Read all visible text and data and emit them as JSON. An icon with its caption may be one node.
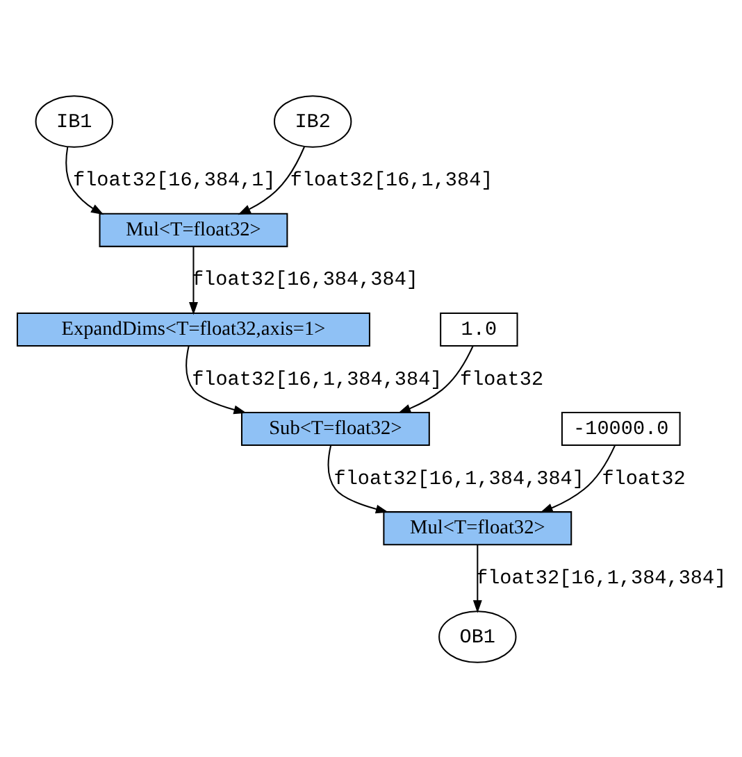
{
  "diagram": {
    "nodes": [
      {
        "text": [
          "IB1"
        ]
      },
      {
        "text": [
          "IB2"
        ]
      },
      {
        "text": [
          "Mul<T=float32>"
        ]
      },
      {
        "text": [
          "ExpandDims<T=float32,axis=1>"
        ]
      },
      {
        "text": [
          "1.0"
        ]
      },
      {
        "text": [
          "Sub<T=float32>"
        ]
      },
      {
        "text": [
          "-10000.0"
        ]
      },
      {
        "text": [
          "Mul<T=float32>"
        ]
      },
      {
        "text": [
          "OB1"
        ]
      }
    ],
    "edges": [
      {
        "from": 0,
        "to": 2,
        "arrow": "to",
        "label": "float32[16,384,1]"
      },
      {
        "from": 1,
        "to": 2,
        "arrow": "to",
        "label": "float32[16,1,384]"
      },
      {
        "from": 2,
        "to": 3,
        "arrow": "to",
        "label": "float32[16,384,384]"
      },
      {
        "from": 4,
        "to": 5,
        "arrow": "to",
        "label": "float32"
      },
      {
        "from": 3,
        "to": 5,
        "arrow": "to",
        "label": "float32[16,1,384,384]"
      },
      {
        "from": 5,
        "to": 7,
        "arrow": "to",
        "label": "float32[16,1,384,384]"
      },
      {
        "from": 6,
        "to": 7,
        "arrow": "to",
        "label": "float32"
      },
      {
        "from": 7,
        "to": 8,
        "arrow": "to",
        "label": "float32[16,1,384,384]"
      }
    ]
  }
}
